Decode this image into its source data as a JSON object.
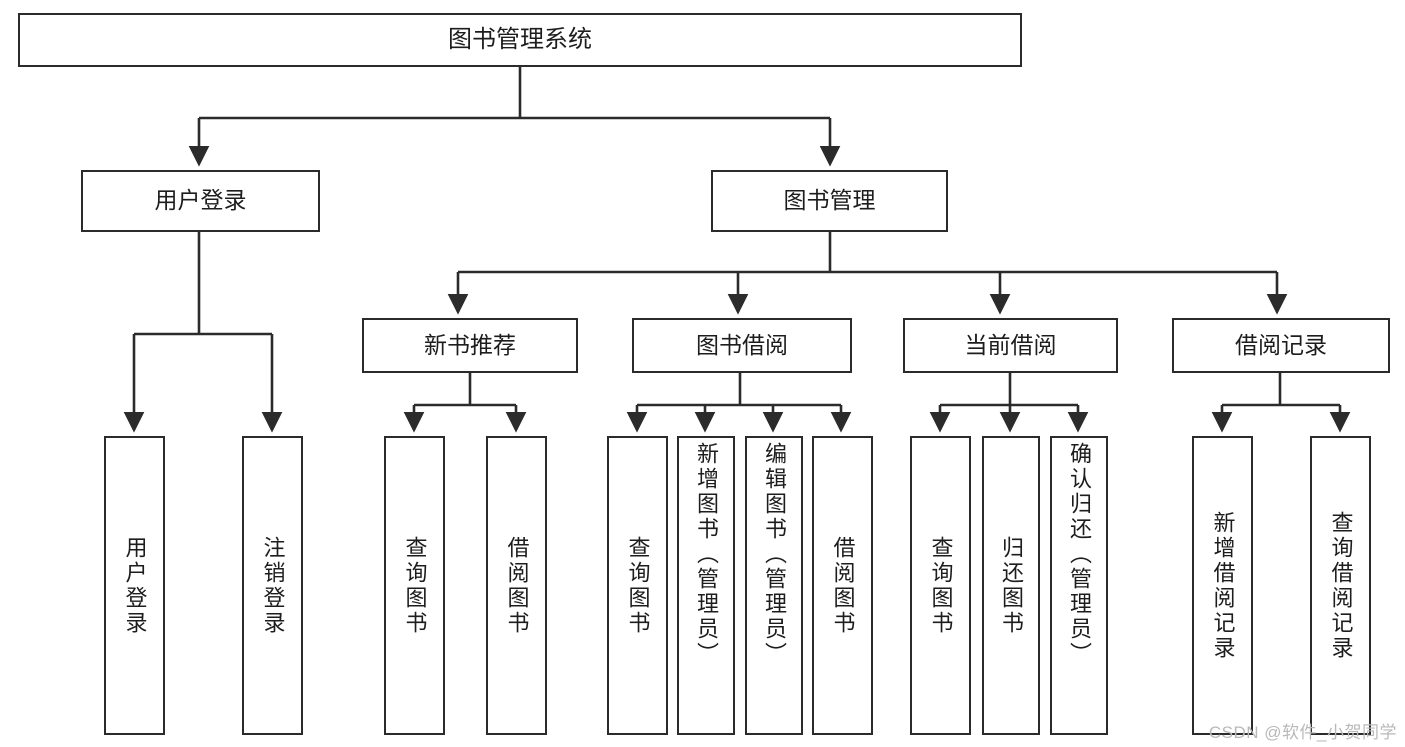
{
  "diagram": {
    "title": "图书管理系统",
    "type": "tree",
    "watermark": "CSDN @软件_小贺同学",
    "colors": {
      "box_border": "#2b2b2b",
      "box_fill": "#ffffff",
      "edge": "#2b2b2b",
      "text": "#1d1d1d",
      "watermark": "#b9b9b9"
    },
    "nodes": {
      "root": "图书管理系统",
      "user_login": "用户登录",
      "book_manage": "图书管理",
      "new_book_rec": "新书推荐",
      "book_borrow": "图书借阅",
      "current_borrow": "当前借阅",
      "borrow_record": "借阅记录",
      "leaf_user_login": "用户登录",
      "leaf_user_logout": "注销登录",
      "leaf_query_book_1": "查询图书",
      "leaf_borrow_book_1": "借阅图书",
      "leaf_query_book_2": "查询图书",
      "leaf_add_book": "新增图书（管理员）",
      "leaf_edit_book": "编辑图书（管理员）",
      "leaf_borrow_book_2": "借阅图书",
      "leaf_query_book_3": "查询图书",
      "leaf_return_book": "归还图书",
      "leaf_confirm_return": "确认归还（管理员）",
      "leaf_add_record": "新增借阅记录",
      "leaf_query_record": "查询借阅记录"
    },
    "hierarchy": {
      "图书管理系统": [
        "用户登录",
        "图书管理"
      ],
      "用户登录": [
        "用户登录",
        "注销登录"
      ],
      "图书管理": [
        "新书推荐",
        "图书借阅",
        "当前借阅",
        "借阅记录"
      ],
      "新书推荐": [
        "查询图书",
        "借阅图书"
      ],
      "图书借阅": [
        "查询图书",
        "新增图书（管理员）",
        "编辑图书（管理员）",
        "借阅图书"
      ],
      "当前借阅": [
        "查询图书",
        "归还图书",
        "确认归还（管理员）"
      ],
      "借阅记录": [
        "新增借阅记录",
        "查询借阅记录"
      ]
    }
  }
}
